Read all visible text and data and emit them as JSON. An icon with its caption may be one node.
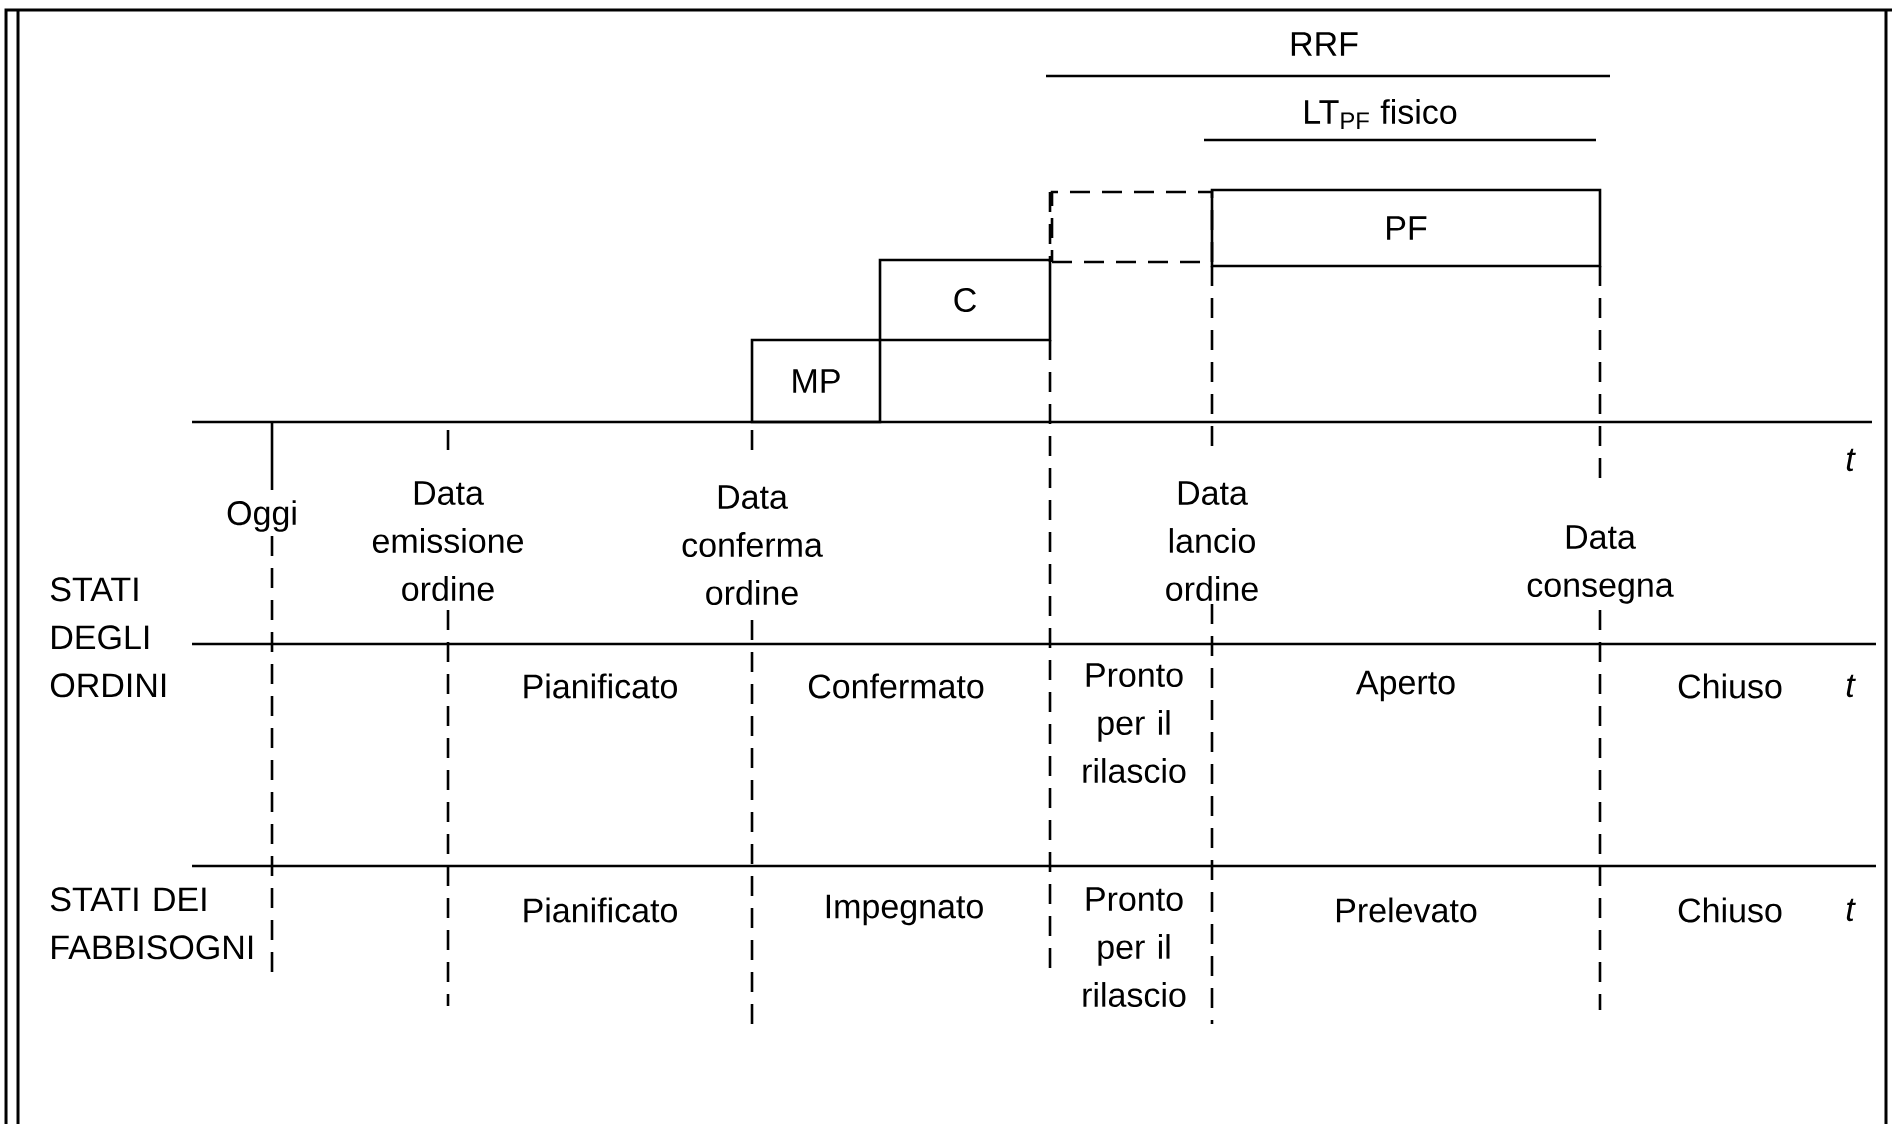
{
  "diagram": {
    "nodes": [
      {
        "text": [
          "MP"
        ]
      },
      {
        "text": [
          "C"
        ]
      },
      {
        "text": [],
        "shape": "box"
      },
      {
        "text": [
          "PF"
        ]
      }
    ],
    "labels": [
      "RRF",
      "LT$_{PF}$ fisico",
      "t",
      "Oggi",
      "Data emissione ordine",
      "Data conferma ordine",
      "Data lancio ordine",
      "Data consegna",
      "STATI DEGLI ORDINI",
      "Pianificato",
      "Confermato",
      "Pronto per il rilascio",
      "Aperto",
      "Chiuso",
      "t",
      "STATI DEI FABBISOGNI",
      "Pianificato",
      "Impegnato",
      "Pronto per il rilascio",
      "Prelevato",
      "Chiuso",
      "t"
    ]
  }
}
